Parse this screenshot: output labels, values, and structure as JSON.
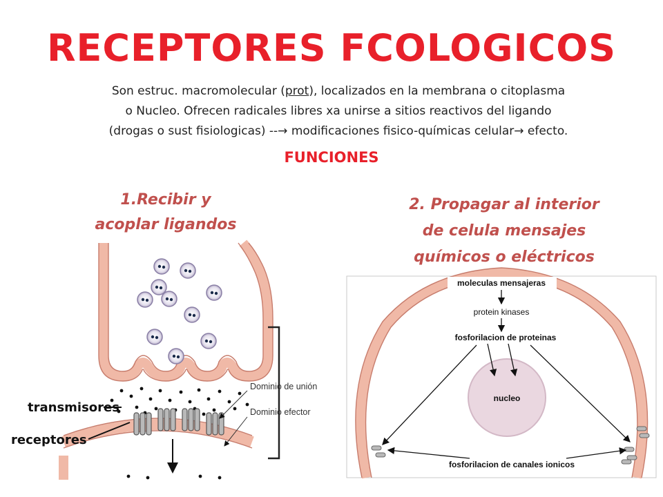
{
  "title": "RECEPTORES FCOLOGICOS",
  "description": {
    "line1_a": "Son estruc. macromolecular (",
    "line1_u": "prot",
    "line1_b": "),  localizados en la membrana o citoplasma",
    "line2": "o Nucleo. Ofrecen radicales libres xa unirse a sitios reactivos del ligando",
    "line3": "(drogas o sust fisiologicas) --→ modificaciones fisico-químicas celular→ efecto."
  },
  "funciones_heading": "FUNCIONES",
  "function1": {
    "line1": "1.Recibir y",
    "line2": "acoplar ligandos"
  },
  "function2": {
    "line1": "2. Propagar al interior",
    "line2": "de celula mensajes",
    "line3": "químicos o eléctricos"
  },
  "synapse_diagram": {
    "label_binding_domain": "Dominio de unión",
    "label_effector_domain": "Dominio efector",
    "label_transmitters": "transmisores",
    "label_receptors": "receptores"
  },
  "cell_diagram": {
    "label_messenger_molecules": "moleculas mensajeras",
    "label_protein_kinases": "protein kinases",
    "label_protein_phosphorylation": "fosforilacion de proteinas",
    "label_nucleus": "nucleo",
    "label_ion_channel_phosphorylation": "fosforilacion de canales ionicos"
  },
  "colors": {
    "title": "#e8202a",
    "function_heading": "#c0504d",
    "membrane": "#f0b9a7",
    "membrane_edge": "#c77c6c",
    "nucleus": "#ead7e0",
    "receptor": "#a9a9a9"
  }
}
